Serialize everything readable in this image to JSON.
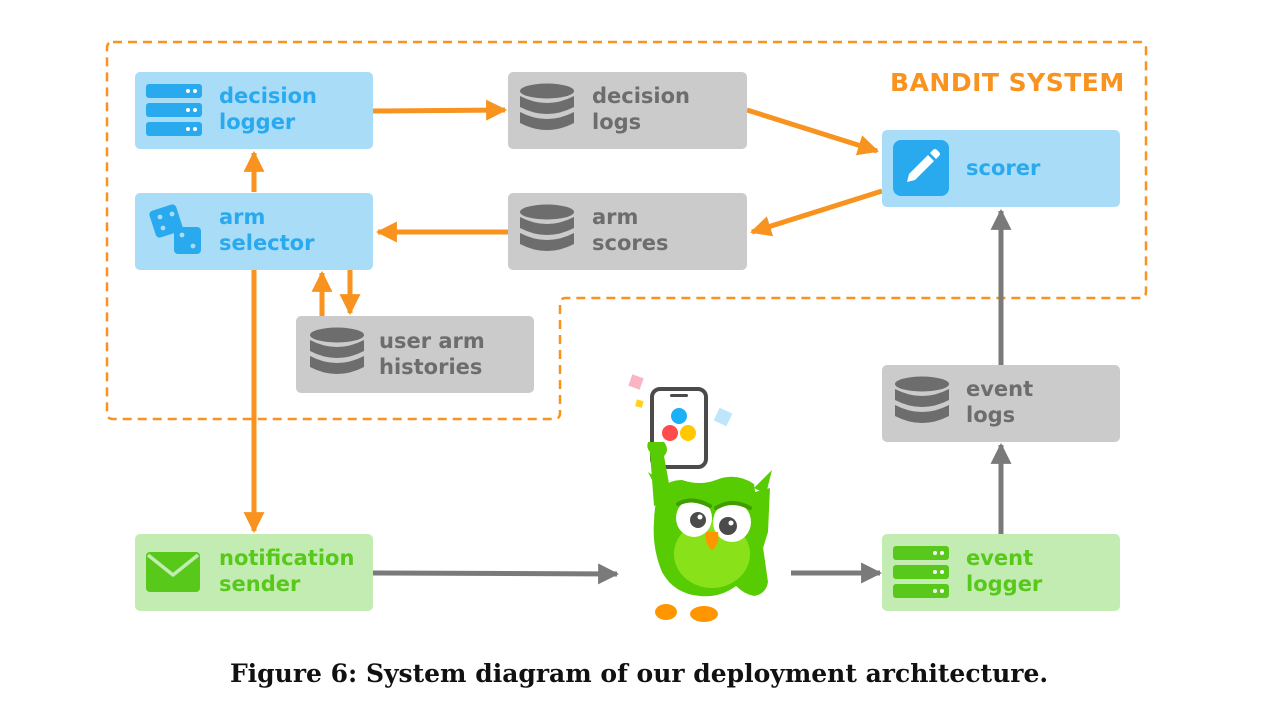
{
  "region": {
    "title": "BANDIT SYSTEM"
  },
  "nodes": {
    "decision_logger": {
      "label": "decision\nlogger",
      "icon": "server-icon"
    },
    "decision_logs": {
      "label": "decision\nlogs",
      "icon": "database-icon"
    },
    "scorer": {
      "label": "scorer",
      "icon": "pencil-icon"
    },
    "arm_selector": {
      "label": "arm\nselector",
      "icon": "dice-icon"
    },
    "arm_scores": {
      "label": "arm\nscores",
      "icon": "database-icon"
    },
    "user_arm_histories": {
      "label": "user arm\nhistories",
      "icon": "database-icon"
    },
    "event_logs": {
      "label": "event\nlogs",
      "icon": "database-icon"
    },
    "notification_sender": {
      "label": "notification\nsender",
      "icon": "envelope-icon"
    },
    "event_logger": {
      "label": "event\nlogger",
      "icon": "server-icon"
    }
  },
  "mascot": {
    "icon": "owl-mascot-icon"
  },
  "caption": "Figure 6: System diagram of our deployment architecture.",
  "colors": {
    "orange": "#f7931e",
    "arrow_grey": "#7a7a7a",
    "blue_box": "#a9dcf7",
    "grey_box": "#cbcbcb",
    "green_box": "#c2ecb1",
    "blue_text": "#29a9ee",
    "grey_text": "#6d6d6d",
    "green_text": "#58c81b"
  }
}
